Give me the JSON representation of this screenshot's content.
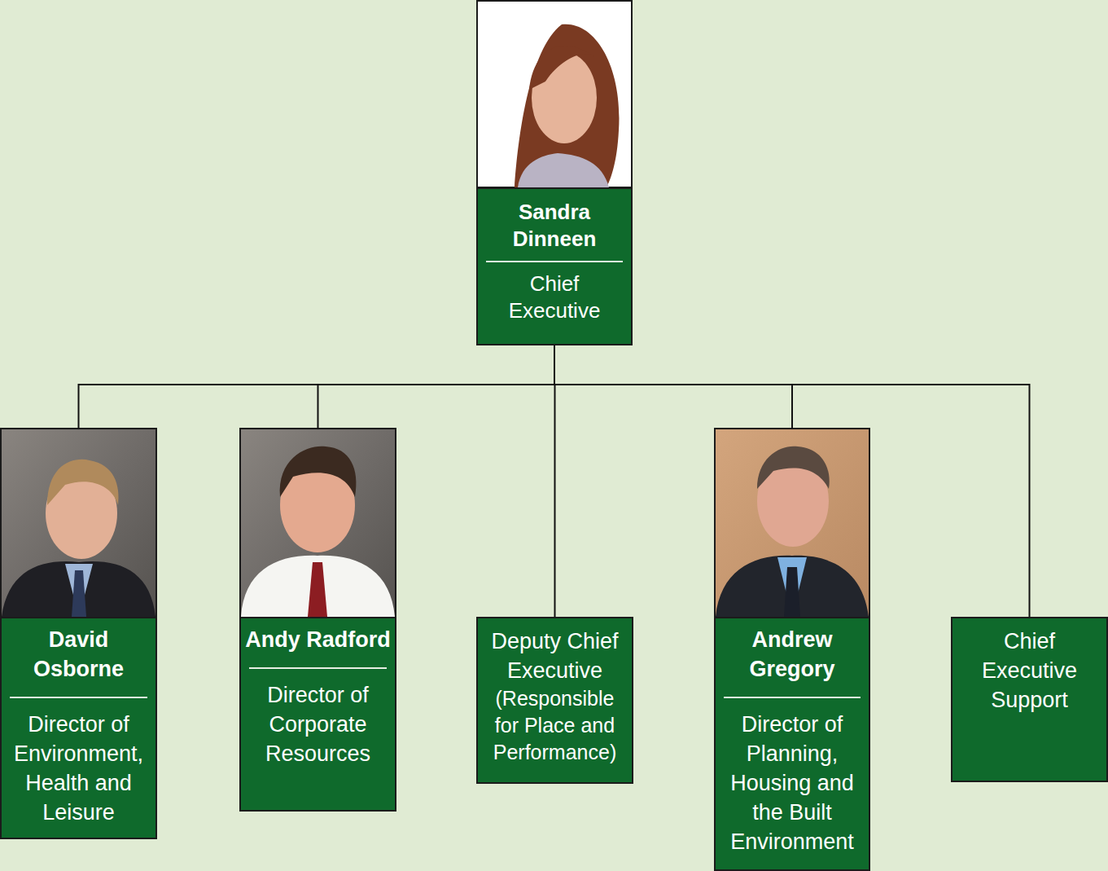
{
  "diagram": {
    "nodes": [
      {
        "text": [
          "Sandra Dinneen",
          "Chief Executive"
        ]
      },
      {
        "text": [
          "David Osborne",
          "Director of Environment, Health and Leisure"
        ]
      },
      {
        "text": [
          "Andy Radford",
          "Director of Corporate Resources"
        ]
      },
      {
        "text": [
          "Deputy Chief Executive",
          "(Responsible for Place and Performance)"
        ]
      },
      {
        "text": [
          "Andrew Gregory",
          "Director of Planning, Housing and the Built Environment"
        ]
      },
      {
        "text": [
          "Chief Executive Support"
        ]
      }
    ],
    "edges": [
      {
        "from": 0,
        "to": 1,
        "arrow": "none"
      },
      {
        "from": 0,
        "to": 2,
        "arrow": "none"
      },
      {
        "from": 0,
        "to": 3,
        "arrow": "none"
      },
      {
        "from": 0,
        "to": 4,
        "arrow": "none"
      },
      {
        "from": 0,
        "to": 5,
        "arrow": "none"
      }
    ]
  }
}
